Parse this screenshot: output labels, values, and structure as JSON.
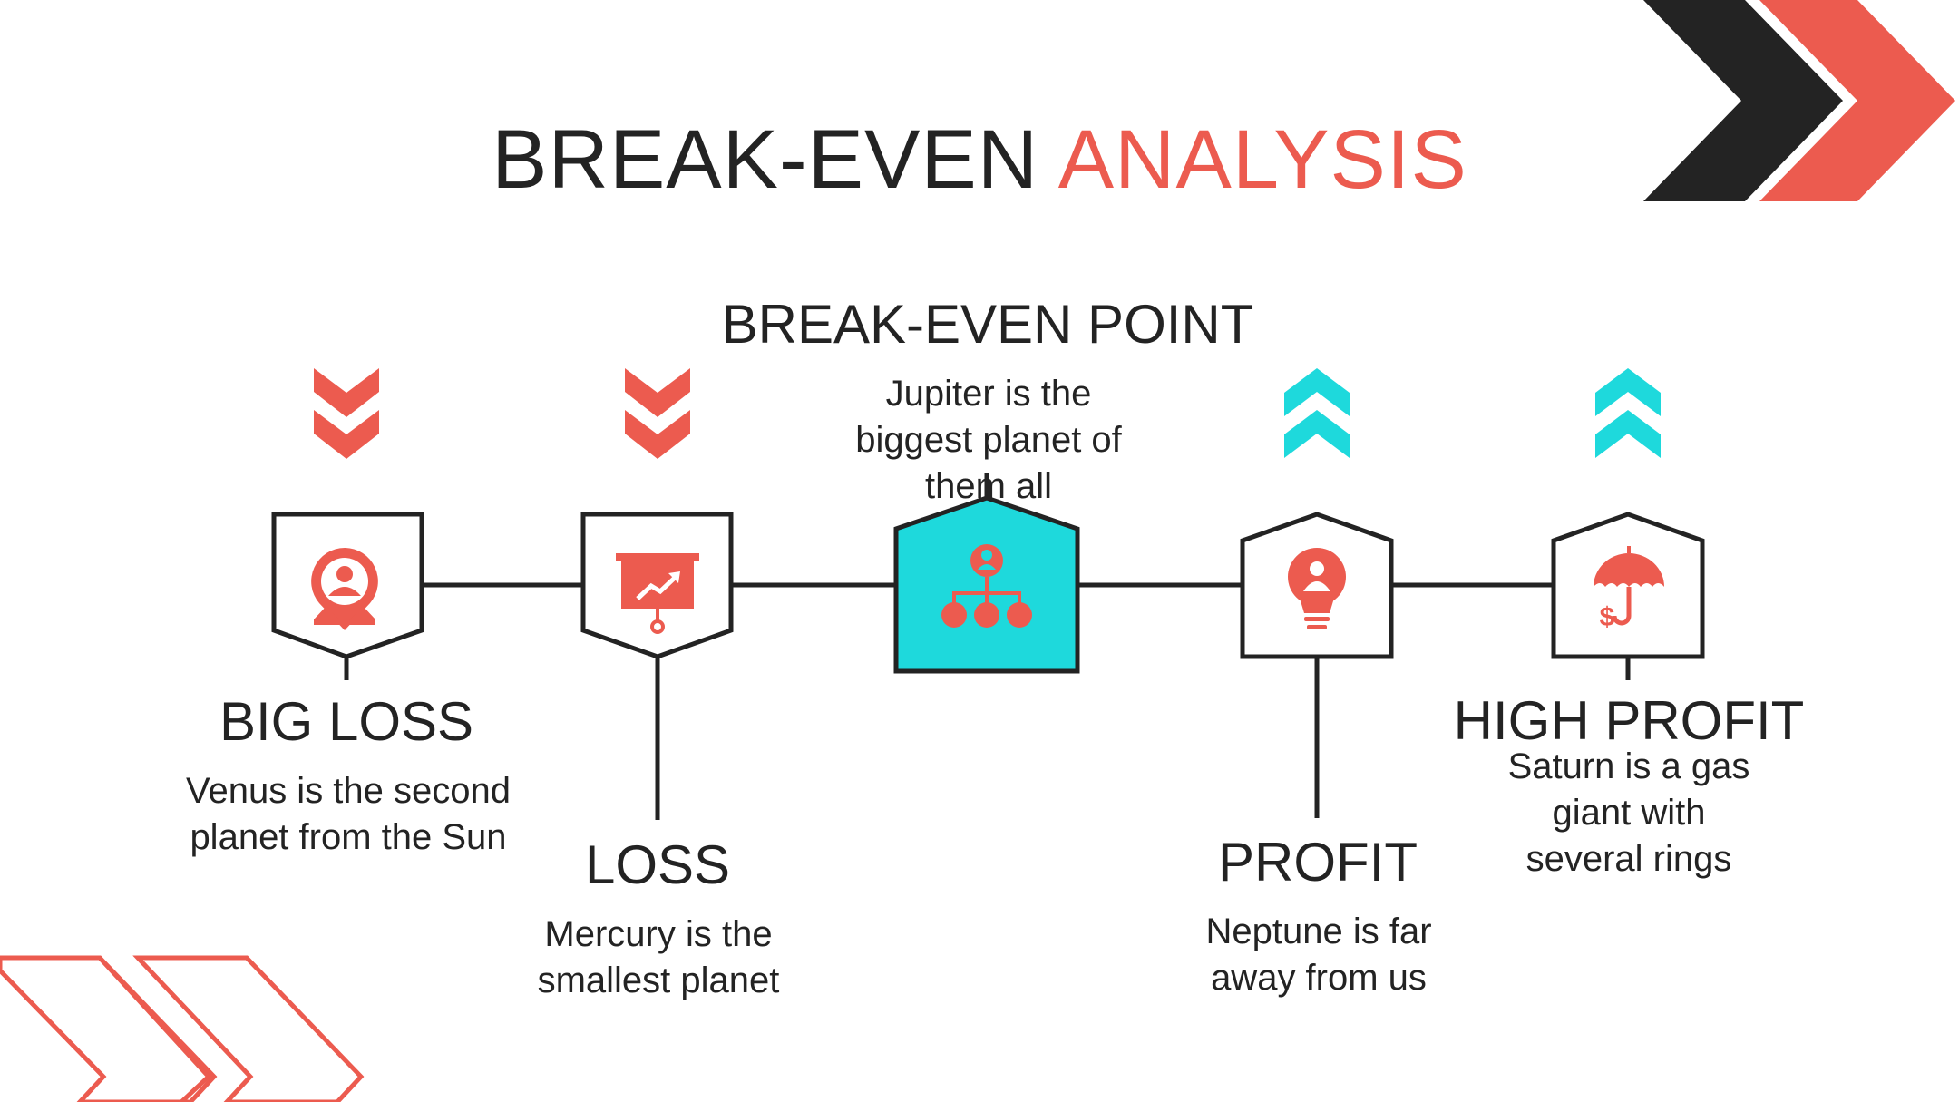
{
  "title": {
    "main": "BREAK-EVEN",
    "accent": "ANALYSIS"
  },
  "colors": {
    "dark": "#232323",
    "accent": "#ec5b4f",
    "teal": "#1ed9dc",
    "white": "#ffffff"
  },
  "stages": [
    {
      "heading": "BIG LOSS",
      "description": "Venus is the second planet from the Sun",
      "icon": "map-pin-person-icon",
      "trend": "down-chevrons-icon"
    },
    {
      "heading": "LOSS",
      "description": "Mercury is the smallest planet",
      "icon": "presentation-board-icon",
      "trend": "down-chevrons-icon"
    },
    {
      "heading": "BREAK-EVEN POINT",
      "description": "Jupiter is the biggest planet of them all",
      "icon": "org-chart-icon",
      "trend": ""
    },
    {
      "heading": "PROFIT",
      "description": "Neptune is far away from us",
      "icon": "lightbulb-person-icon",
      "trend": "up-chevrons-icon"
    },
    {
      "heading": "HIGH PROFIT",
      "description": "Saturn is a gas giant with several rings",
      "icon": "umbrella-dollar-icon",
      "trend": "up-chevrons-icon"
    }
  ]
}
